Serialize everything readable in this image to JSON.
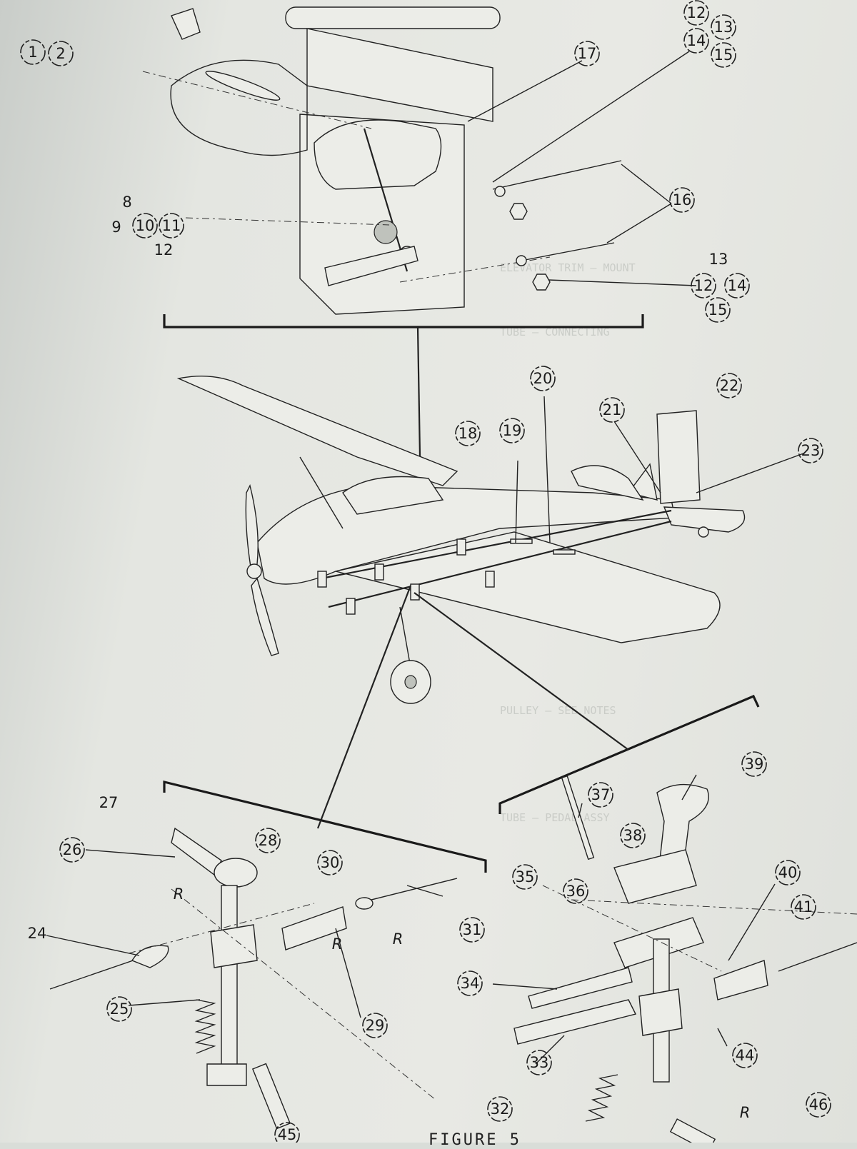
{
  "figure_caption": "FIGURE 5",
  "callouts": [
    {
      "id": "c1",
      "label": "1",
      "circled": true
    },
    {
      "id": "c2",
      "label": "2",
      "circled": true
    },
    {
      "id": "c12a",
      "label": "12",
      "circled": true
    },
    {
      "id": "c13a",
      "label": "13",
      "circled": true
    },
    {
      "id": "c14a",
      "label": "14",
      "circled": true
    },
    {
      "id": "c15a",
      "label": "15",
      "circled": true
    },
    {
      "id": "c17",
      "label": "17",
      "circled": true
    },
    {
      "id": "c8",
      "label": "8",
      "circled": false
    },
    {
      "id": "c9",
      "label": "9",
      "circled": false
    },
    {
      "id": "c10",
      "label": "10",
      "circled": true
    },
    {
      "id": "c11",
      "label": "11",
      "circled": true
    },
    {
      "id": "c12b",
      "label": "12",
      "circled": false
    },
    {
      "id": "c16",
      "label": "16",
      "circled": true
    },
    {
      "id": "c13b",
      "label": "13",
      "circled": false
    },
    {
      "id": "c12c",
      "label": "12",
      "circled": true
    },
    {
      "id": "c14b",
      "label": "14",
      "circled": true
    },
    {
      "id": "c15b",
      "label": "15",
      "circled": true
    },
    {
      "id": "c18",
      "label": "18",
      "circled": true
    },
    {
      "id": "c19",
      "label": "19",
      "circled": true
    },
    {
      "id": "c20",
      "label": "20",
      "circled": true
    },
    {
      "id": "c21",
      "label": "21",
      "circled": true
    },
    {
      "id": "c22",
      "label": "22",
      "circled": true
    },
    {
      "id": "c23",
      "label": "23",
      "circled": true
    },
    {
      "id": "c24",
      "label": "24",
      "circled": false
    },
    {
      "id": "c25",
      "label": "25",
      "circled": true
    },
    {
      "id": "c26",
      "label": "26",
      "circled": true
    },
    {
      "id": "c27",
      "label": "27",
      "circled": false
    },
    {
      "id": "c28",
      "label": "28",
      "circled": true
    },
    {
      "id": "c29",
      "label": "29",
      "circled": true
    },
    {
      "id": "c30",
      "label": "30",
      "circled": true
    },
    {
      "id": "c31",
      "label": "31",
      "circled": true
    },
    {
      "id": "c32",
      "label": "32",
      "circled": true
    },
    {
      "id": "c33",
      "label": "33",
      "circled": true
    },
    {
      "id": "c34",
      "label": "34",
      "circled": true
    },
    {
      "id": "c35",
      "label": "35",
      "circled": true
    },
    {
      "id": "c36",
      "label": "36",
      "circled": true
    },
    {
      "id": "c37",
      "label": "37",
      "circled": true
    },
    {
      "id": "c38",
      "label": "38",
      "circled": true
    },
    {
      "id": "c39",
      "label": "39",
      "circled": true
    },
    {
      "id": "c40",
      "label": "40",
      "circled": true
    },
    {
      "id": "c41",
      "label": "41",
      "circled": true
    },
    {
      "id": "c44",
      "label": "44",
      "circled": true
    },
    {
      "id": "c45",
      "label": "45",
      "circled": true
    },
    {
      "id": "c46",
      "label": "46",
      "circled": true
    }
  ],
  "cotter_pin_marks": [
    {
      "id": "r1",
      "label": "R"
    },
    {
      "id": "r2",
      "label": "R"
    },
    {
      "id": "r3",
      "label": "R"
    },
    {
      "id": "r4",
      "label": "R"
    }
  ]
}
